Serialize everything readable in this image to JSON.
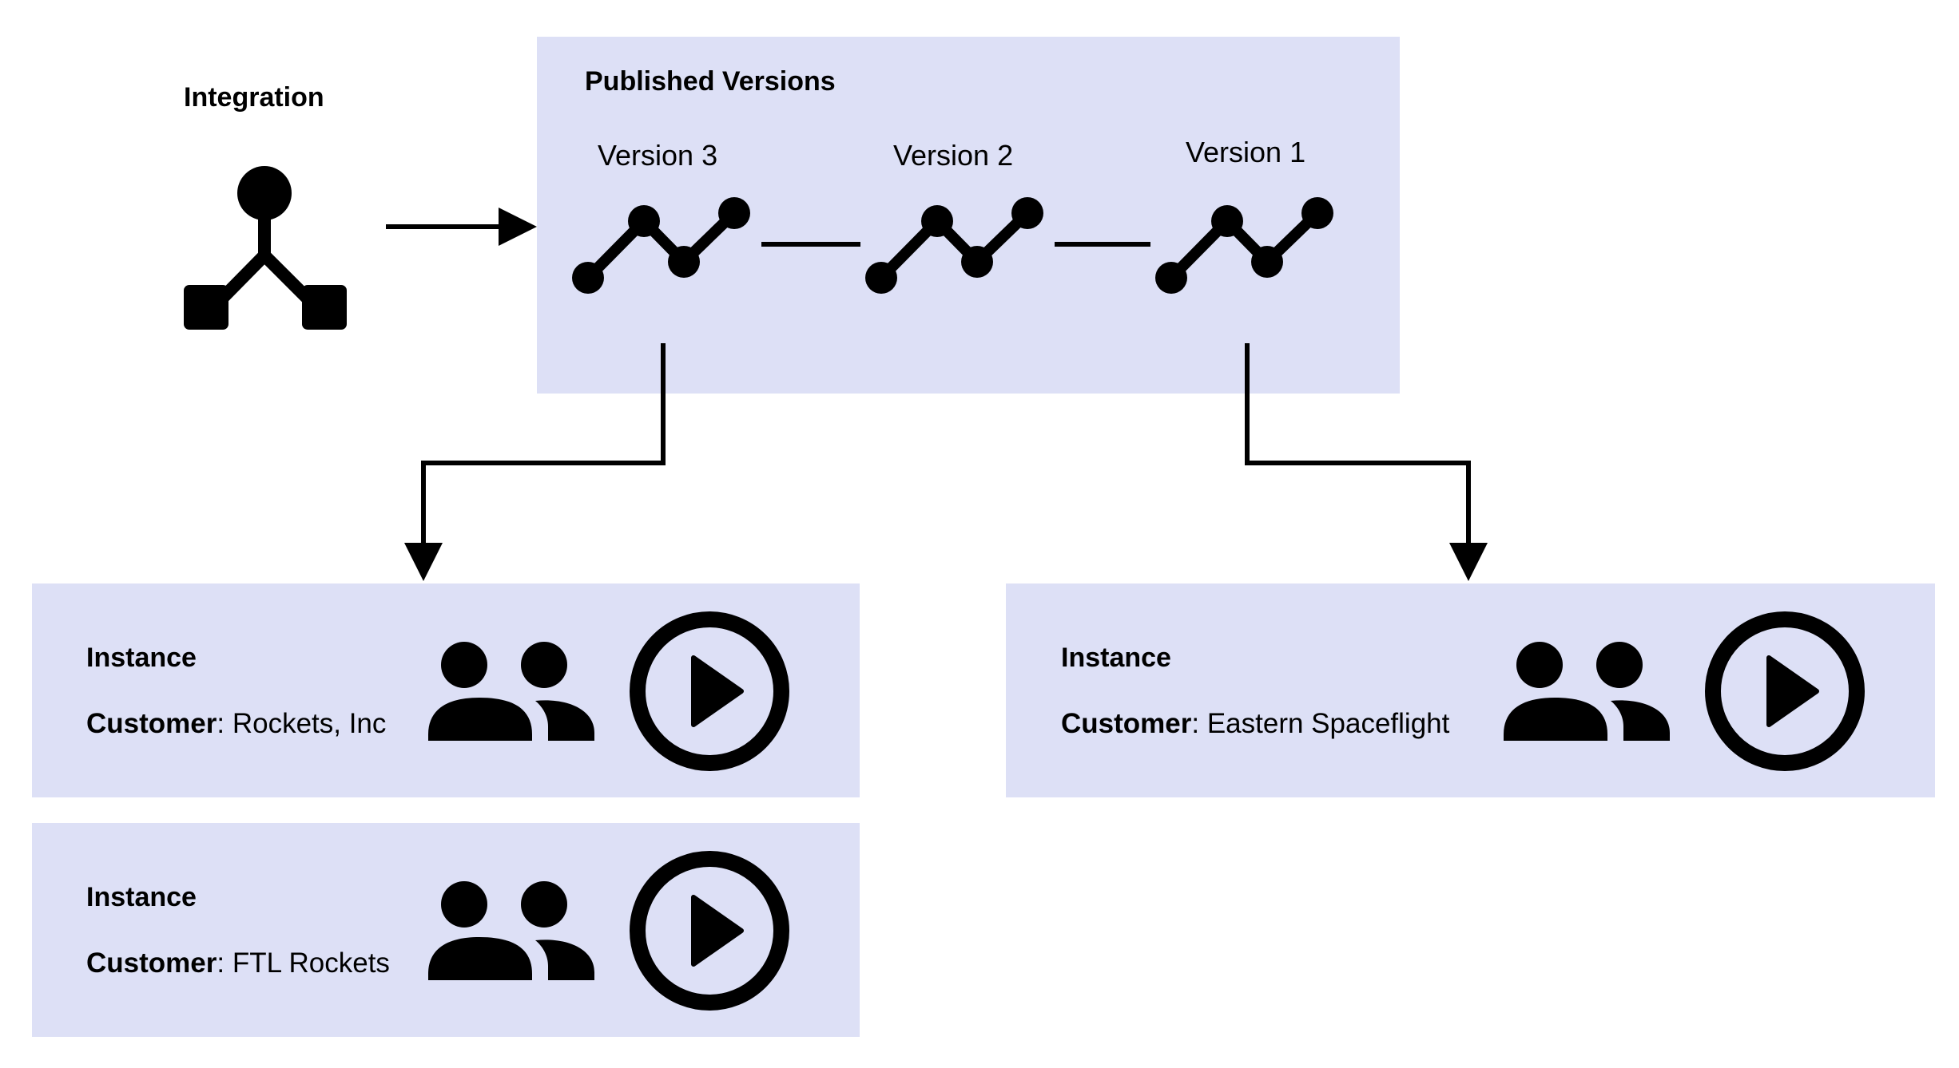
{
  "integration": {
    "title": "Integration",
    "icon": "integration-icon"
  },
  "published_versions": {
    "title": "Published Versions",
    "versions": [
      {
        "label": "Version 3",
        "icon": "version-chart-icon"
      },
      {
        "label": "Version 2",
        "icon": "version-chart-icon"
      },
      {
        "label": "Version 1",
        "icon": "version-chart-icon"
      }
    ]
  },
  "instances": [
    {
      "title": "Instance",
      "customer_label": "Customer",
      "separator": ":",
      "customer_name": " Rockets, Inc",
      "icons": [
        "customers-icon",
        "play-icon"
      ]
    },
    {
      "title": "Instance",
      "customer_label": "Customer",
      "separator": ":",
      "customer_name": " Eastern Spaceflight",
      "icons": [
        "customers-icon",
        "play-icon"
      ]
    },
    {
      "title": "Instance",
      "customer_label": "Customer",
      "separator": ":",
      "customer_name": " FTL Rockets",
      "icons": [
        "customers-icon",
        "play-icon"
      ]
    }
  ],
  "colors": {
    "panel_fill": "#dde0f6",
    "stroke": "#000000"
  }
}
